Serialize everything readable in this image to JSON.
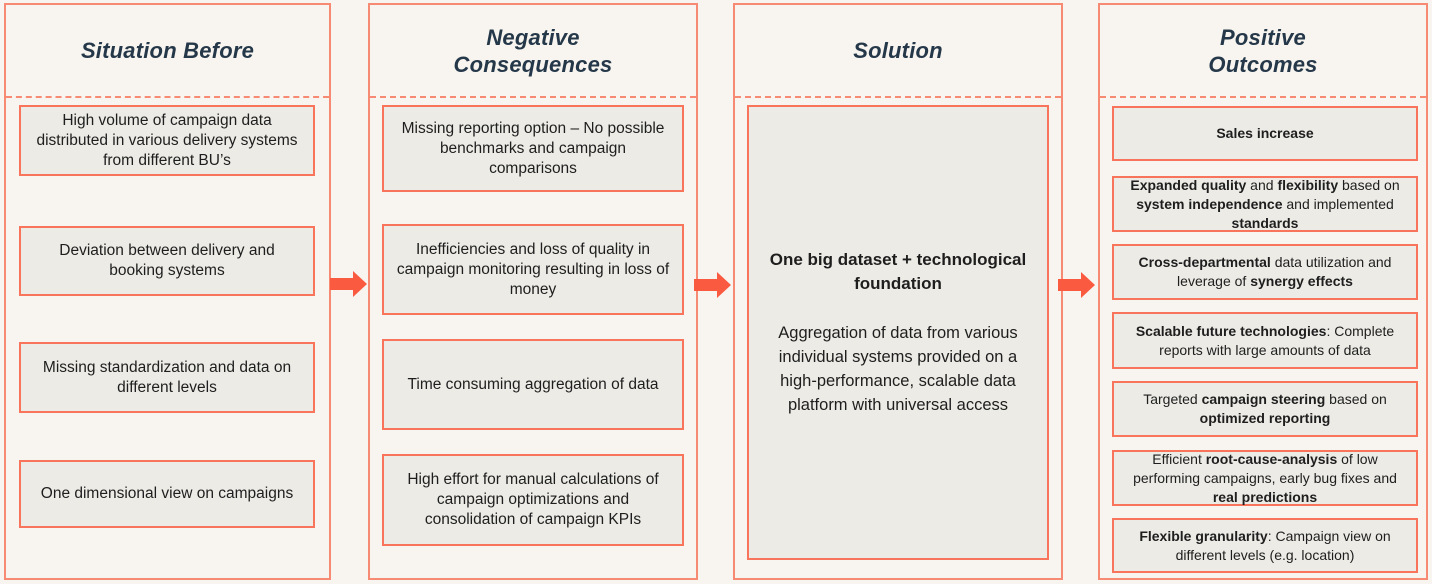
{
  "colors": {
    "background": "#F8F5F0",
    "column_border": "#F68A72",
    "box_fill": "#ECEBE6",
    "box_border": "#F8745A",
    "arrow": "#FA5A40",
    "heading_text": "#253849",
    "body_text": "#1E1E1E"
  },
  "columns": [
    {
      "title": "Situation Before",
      "boxes": [
        {
          "segments": [
            {
              "text": "High volume of campaign data distributed in various delivery systems from different BU’s",
              "bold": false
            }
          ]
        },
        {
          "segments": [
            {
              "text": "Deviation between delivery and booking systems",
              "bold": false
            }
          ]
        },
        {
          "segments": [
            {
              "text": "Missing standardization and data on different levels",
              "bold": false
            }
          ]
        },
        {
          "segments": [
            {
              "text": "One dimensional view on campaigns",
              "bold": false
            }
          ]
        }
      ]
    },
    {
      "title": "Negative\nConsequences",
      "boxes": [
        {
          "segments": [
            {
              "text": "Missing reporting option – No possible benchmarks and campaign comparisons",
              "bold": false
            }
          ]
        },
        {
          "segments": [
            {
              "text": "Inefficiencies and loss of quality in campaign monitoring resulting in loss of money",
              "bold": false
            }
          ]
        },
        {
          "segments": [
            {
              "text": "Time consuming aggregation of data",
              "bold": false
            }
          ]
        },
        {
          "segments": [
            {
              "text": "High effort for manual calculations of campaign optimizations and consolidation of campaign KPIs",
              "bold": false
            }
          ]
        }
      ]
    },
    {
      "title": "Solution",
      "solution_box": {
        "heading": "One big dataset + technological foundation",
        "body": "Aggregation of data from various individual systems provided on a high-performance, scalable data platform with universal access"
      }
    },
    {
      "title": "Positive\nOutcomes",
      "boxes": [
        {
          "segments": [
            {
              "text": "Sales increase",
              "bold": true
            }
          ]
        },
        {
          "segments": [
            {
              "text": "Expanded quality",
              "bold": true
            },
            {
              "text": " and ",
              "bold": false
            },
            {
              "text": "flexibility",
              "bold": true
            },
            {
              "text": " based on ",
              "bold": false
            },
            {
              "text": "system independence",
              "bold": true
            },
            {
              "text": " and implemented ",
              "bold": false
            },
            {
              "text": "standards",
              "bold": true
            }
          ]
        },
        {
          "segments": [
            {
              "text": "Cross-departmental",
              "bold": true
            },
            {
              "text": " data utilization and leverage of ",
              "bold": false
            },
            {
              "text": "synergy effects",
              "bold": true
            }
          ]
        },
        {
          "segments": [
            {
              "text": "Scalable future technologies",
              "bold": true
            },
            {
              "text": ": Complete reports with large amounts of data",
              "bold": false
            }
          ]
        },
        {
          "segments": [
            {
              "text": "Targeted ",
              "bold": false
            },
            {
              "text": "campaign steering",
              "bold": true
            },
            {
              "text": " based on ",
              "bold": false
            },
            {
              "text": "optimized reporting",
              "bold": true
            }
          ]
        },
        {
          "segments": [
            {
              "text": "Efficient ",
              "bold": false
            },
            {
              "text": "root-cause-analysis",
              "bold": true
            },
            {
              "text": " of low performing campaigns, early bug fixes and ",
              "bold": false
            },
            {
              "text": "real predictions",
              "bold": true
            }
          ]
        },
        {
          "segments": [
            {
              "text": "Flexible granularity",
              "bold": true
            },
            {
              "text": ": Campaign view on different levels (e.g. location)",
              "bold": false
            }
          ]
        }
      ]
    }
  ]
}
